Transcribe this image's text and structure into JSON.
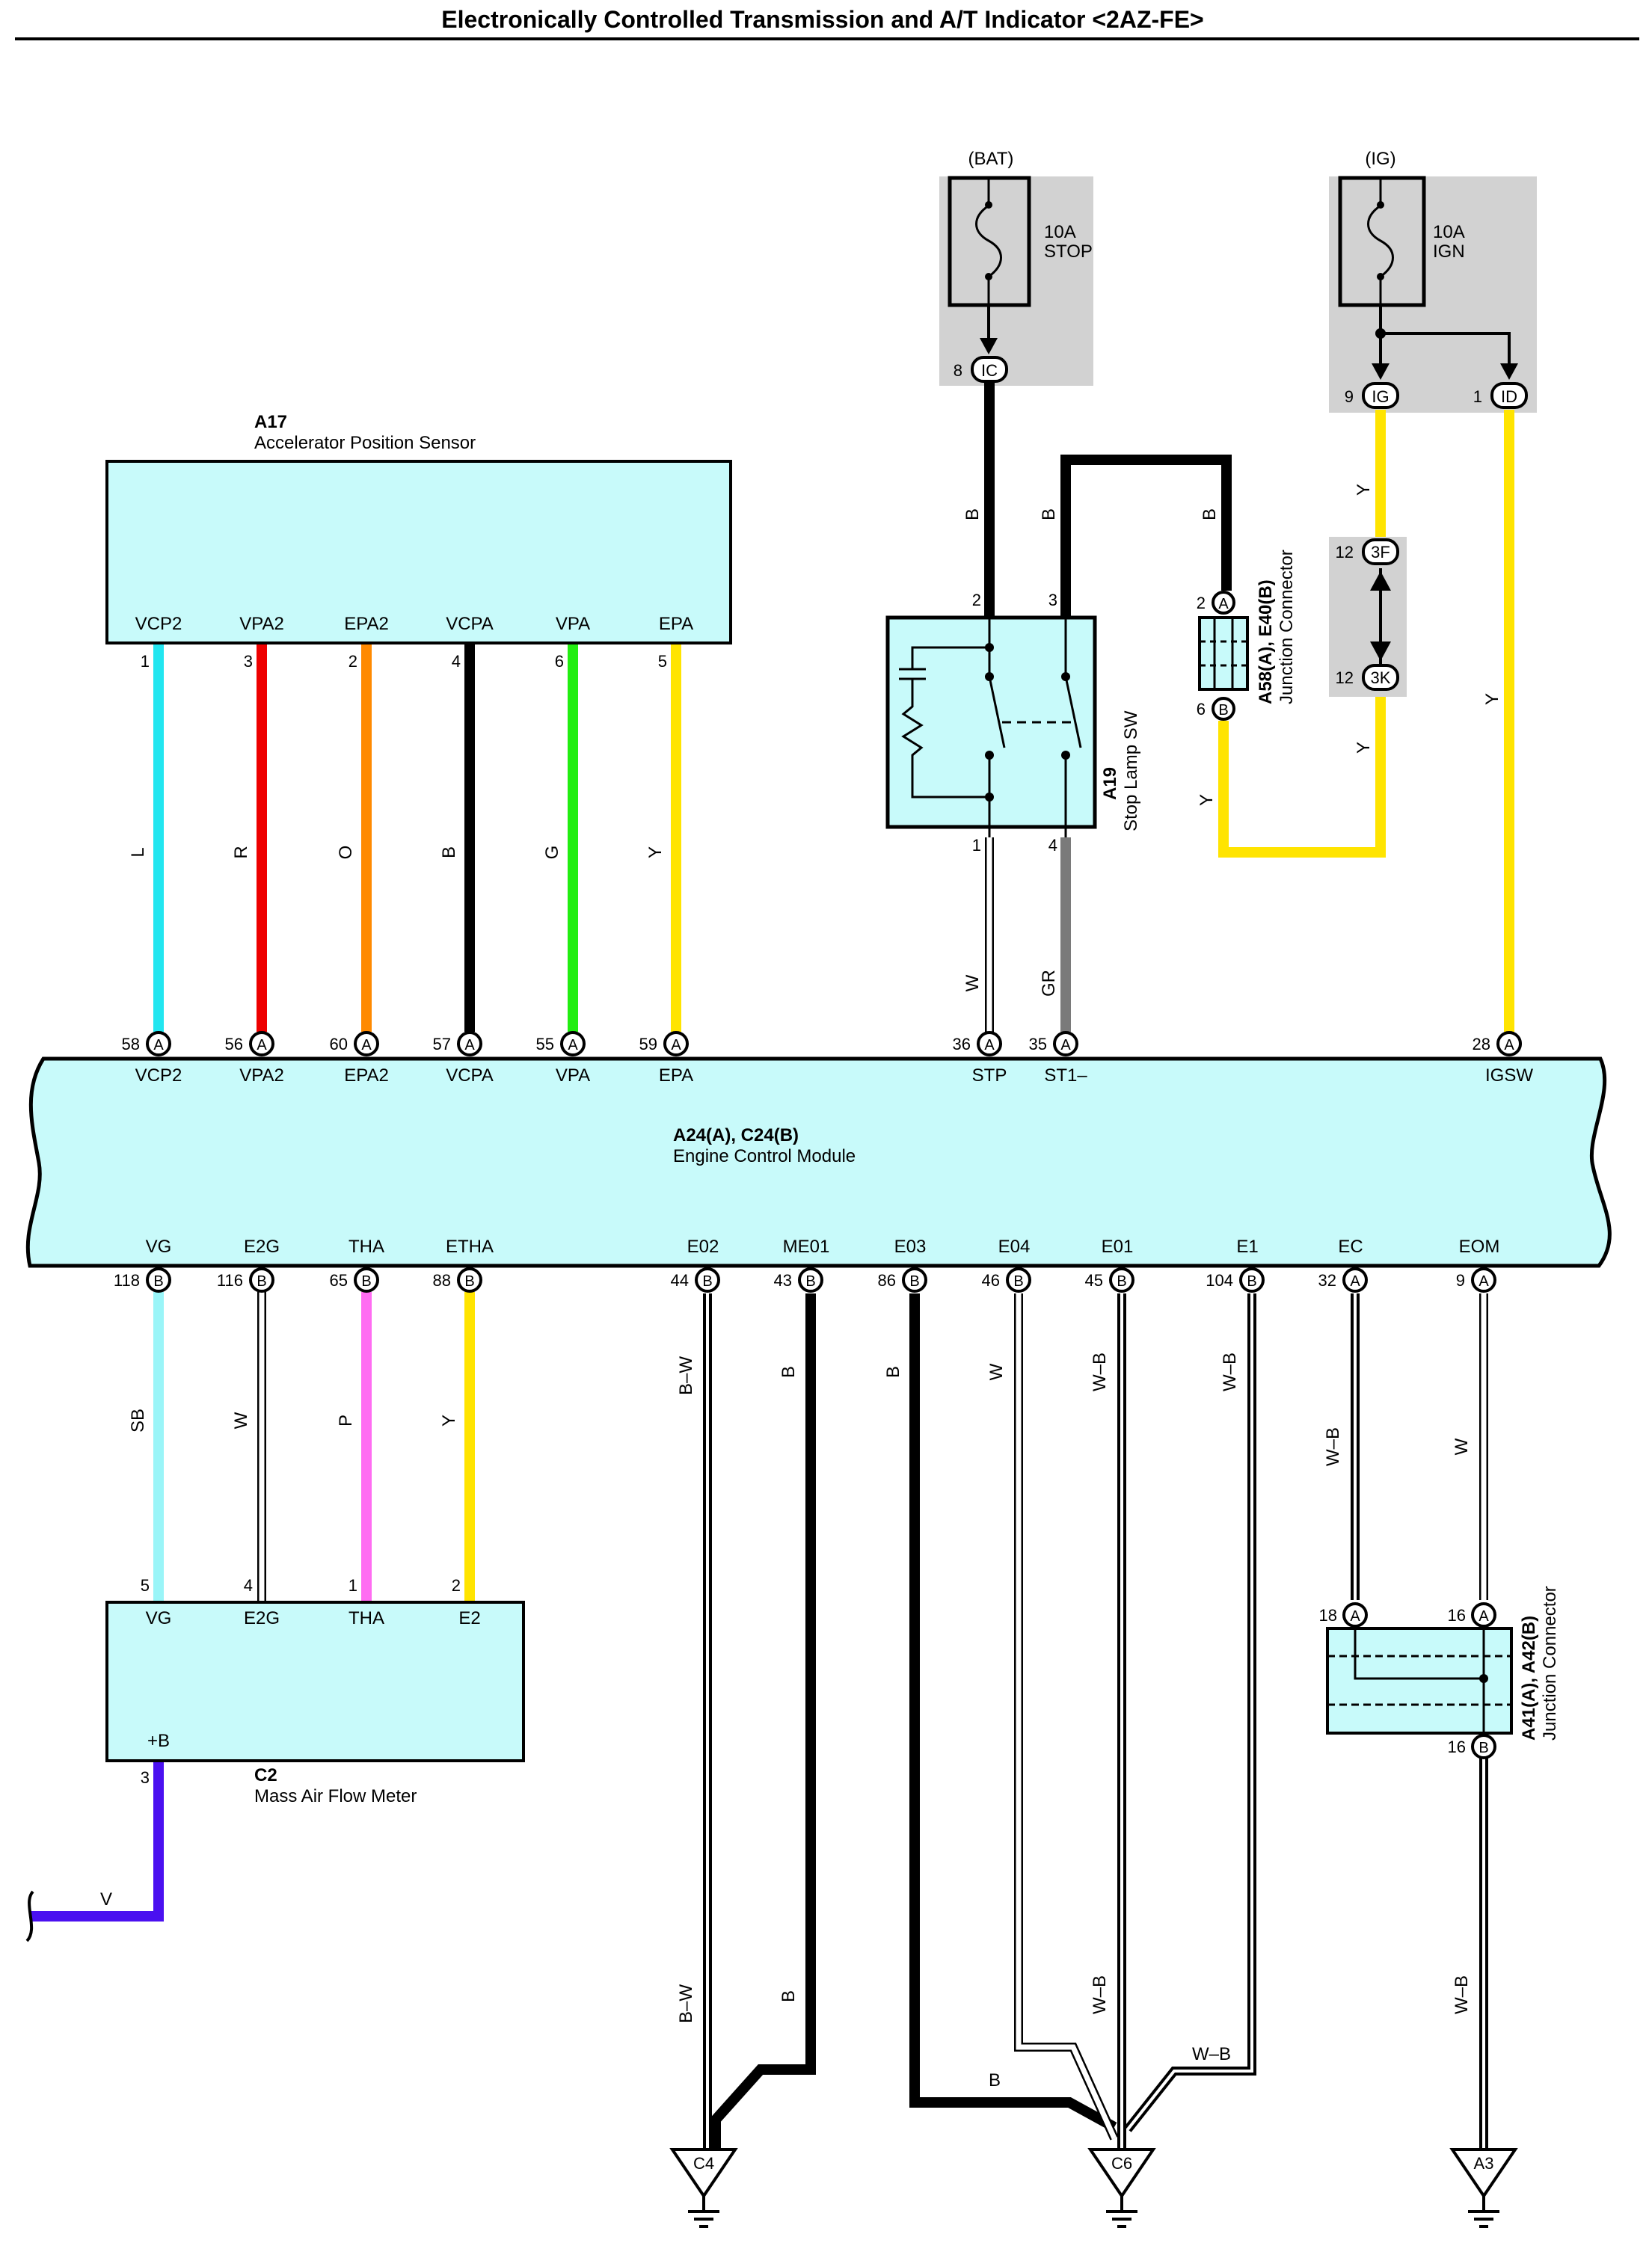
{
  "title": "Electronically Controlled Transmission and A/T Indicator <2AZ-FE>",
  "colors": {
    "light_blue_fill": "#c8fafa",
    "gray_fill": "#d2d2d2",
    "L": "#22e6f0",
    "R": "#ee0000",
    "O": "#ff8a00",
    "B": "#000000",
    "G": "#22ee11",
    "Y": "#ffe400",
    "W": "#ffffff",
    "GR": "#7a7a7a",
    "SB": "#9af5f8",
    "P": "#ff6cf2",
    "V": "#4a10f0"
  },
  "power": {
    "bat": {
      "label": "(BAT)",
      "fuse_amp": "10A",
      "fuse_name": "STOP",
      "pin": "8",
      "conn": "IC"
    },
    "ig": {
      "label": "(IG)",
      "fuse_amp": "10A",
      "fuse_name": "IGN",
      "pin1": "9",
      "conn1": "IG",
      "pin2": "1",
      "conn2": "ID"
    }
  },
  "a17": {
    "code": "A17",
    "name": "Accelerator Position Sensor",
    "pins": [
      {
        "term": "VCP2",
        "num": "1",
        "wire": "L",
        "ecm_pin": "58",
        "ecm_conn": "A",
        "ecm_term": "VCP2"
      },
      {
        "term": "VPA2",
        "num": "3",
        "wire": "R",
        "ecm_pin": "56",
        "ecm_conn": "A",
        "ecm_term": "VPA2"
      },
      {
        "term": "EPA2",
        "num": "2",
        "wire": "O",
        "ecm_pin": "60",
        "ecm_conn": "A",
        "ecm_term": "EPA2"
      },
      {
        "term": "VCPA",
        "num": "4",
        "wire": "B",
        "ecm_pin": "57",
        "ecm_conn": "A",
        "ecm_term": "VCPA"
      },
      {
        "term": "VPA",
        "num": "6",
        "wire": "G",
        "ecm_pin": "55",
        "ecm_conn": "A",
        "ecm_term": "VPA"
      },
      {
        "term": "EPA",
        "num": "5",
        "wire": "Y",
        "ecm_pin": "59",
        "ecm_conn": "A",
        "ecm_term": "EPA"
      }
    ]
  },
  "a19": {
    "code": "A19",
    "name": "Stop Lamp SW",
    "pin2": "2",
    "pin3": "3",
    "pin1": "1",
    "pin4": "4",
    "wire_in2": "B",
    "wire_in3": "B",
    "wire_out1": "W",
    "wire_out4": "GR",
    "ecm_stp_pin": "36",
    "ecm_stp_conn": "A",
    "ecm_stp_term": "STP",
    "ecm_st1_pin": "35",
    "ecm_st1_conn": "A",
    "ecm_st1_term": "ST1–"
  },
  "a58": {
    "code": "A58(A), E40(B)",
    "name": "Junction Connector",
    "pin_top": "2",
    "conn_top": "A",
    "pin_bot": "6",
    "conn_bot": "B",
    "wire_in": "B",
    "wire_out": "Y"
  },
  "jc3": {
    "pin_top": "12",
    "conn_top": "3F",
    "pin_bot": "12",
    "conn_bot": "3K",
    "wire_top": "Y",
    "wire_bot": "Y"
  },
  "igsw": {
    "wire": "Y",
    "pin": "28",
    "conn": "A",
    "term": "IGSW"
  },
  "ecm": {
    "code": "A24(A), C24(B)",
    "name": "Engine Control Module"
  },
  "bottom_pins": [
    {
      "term": "VG",
      "pin": "118",
      "conn": "B",
      "wire": "SB"
    },
    {
      "term": "E2G",
      "pin": "116",
      "conn": "B",
      "wire": "W"
    },
    {
      "term": "THA",
      "pin": "65",
      "conn": "B",
      "wire": "P"
    },
    {
      "term": "ETHA",
      "pin": "88",
      "conn": "B",
      "wire": "Y"
    },
    {
      "term": "E02",
      "pin": "44",
      "conn": "B",
      "wire": "B–W"
    },
    {
      "term": "ME01",
      "pin": "43",
      "conn": "B",
      "wire": "B"
    },
    {
      "term": "E03",
      "pin": "86",
      "conn": "B",
      "wire": "B"
    },
    {
      "term": "E04",
      "pin": "46",
      "conn": "B",
      "wire": "W"
    },
    {
      "term": "E01",
      "pin": "45",
      "conn": "B",
      "wire": "W–B"
    },
    {
      "term": "E1",
      "pin": "104",
      "conn": "B",
      "wire": "W–B"
    },
    {
      "term": "EC",
      "pin": "32",
      "conn": "A",
      "wire": "W–B"
    },
    {
      "term": "EOM",
      "pin": "9",
      "conn": "A",
      "wire": "W"
    }
  ],
  "c2": {
    "code": "C2",
    "name": "Mass Air Flow Meter",
    "pins": [
      {
        "term": "VG",
        "num": "5"
      },
      {
        "term": "E2G",
        "num": "4"
      },
      {
        "term": "THA",
        "num": "1"
      },
      {
        "term": "E2",
        "num": "2"
      }
    ],
    "plus_b": "+B",
    "plus_b_num": "3",
    "wire_v": "V"
  },
  "a41": {
    "code": "A41(A), A42(B)",
    "name": "Junction Connector",
    "pin_a1": "18",
    "conn_a1": "A",
    "pin_a2": "16",
    "conn_a2": "A",
    "pin_b": "16",
    "conn_b": "B",
    "wire_out": "W–B"
  },
  "grounds": {
    "c4": "C4",
    "c6": "C6",
    "a3": "A3",
    "lower_labels": {
      "e02": "B–W",
      "me01": "B",
      "e03": "B",
      "e01": "W–B",
      "e1": "W–B"
    }
  }
}
